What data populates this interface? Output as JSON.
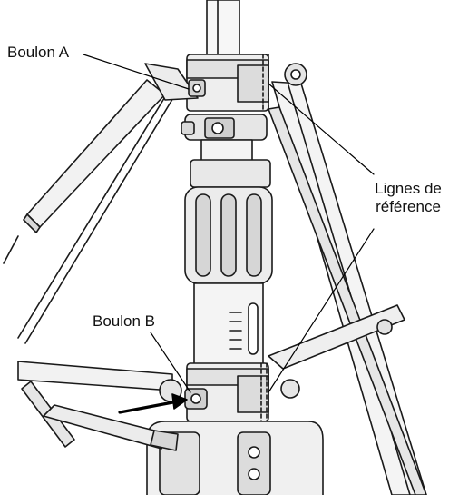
{
  "labels": {
    "bolt_a": "Boulon A",
    "bolt_b": "Boulon B",
    "reference_lines_1": "Lignes de",
    "reference_lines_2": "référence"
  },
  "colors": {
    "stroke": "#1a1a1a",
    "light_fill": "#f2f2f2",
    "mid_fill": "#e2e2e2",
    "dark_fill": "#c8c8c8",
    "background": "#ffffff"
  }
}
